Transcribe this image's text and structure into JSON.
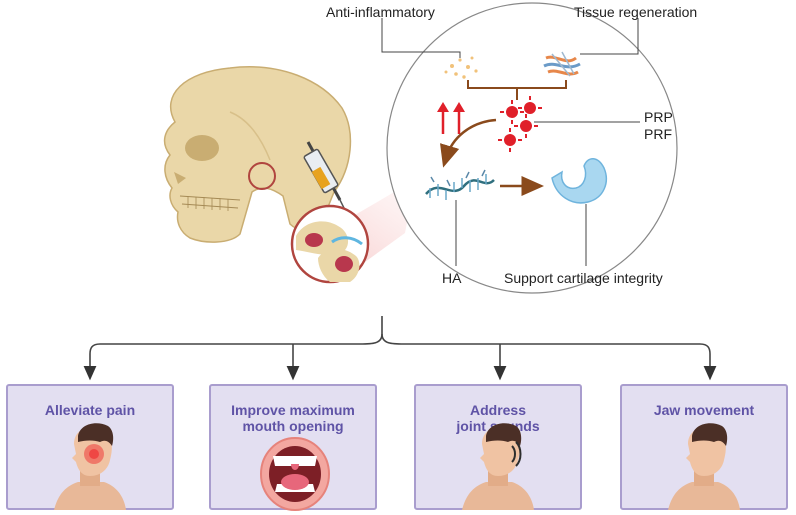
{
  "labels": {
    "anti_inflammatory": "Anti-inflammatory",
    "tissue_regeneration": "Tissue regeneration",
    "prp": "PRP",
    "prf": "PRF",
    "ha": "HA",
    "support_cartilage": "Support cartilage integrity"
  },
  "outcomes": [
    {
      "title": "Alleviate pain",
      "icon": "head-pain-icon"
    },
    {
      "title": "Improve maximum\nmouth opening",
      "icon": "open-mouth-icon"
    },
    {
      "title": "Address\njoint sounds",
      "icon": "head-sound-icon"
    },
    {
      "title": "Jaw movement",
      "icon": "head-profile-icon"
    }
  ],
  "colors": {
    "box_fill": "#e3dff1",
    "box_border": "#a99dce",
    "box_title": "#5f53a6",
    "bone": "#ead7a8",
    "platelet": "#e0202a",
    "cartilage": "#a9d7f0",
    "arrow_brown": "#8a4a1c"
  }
}
